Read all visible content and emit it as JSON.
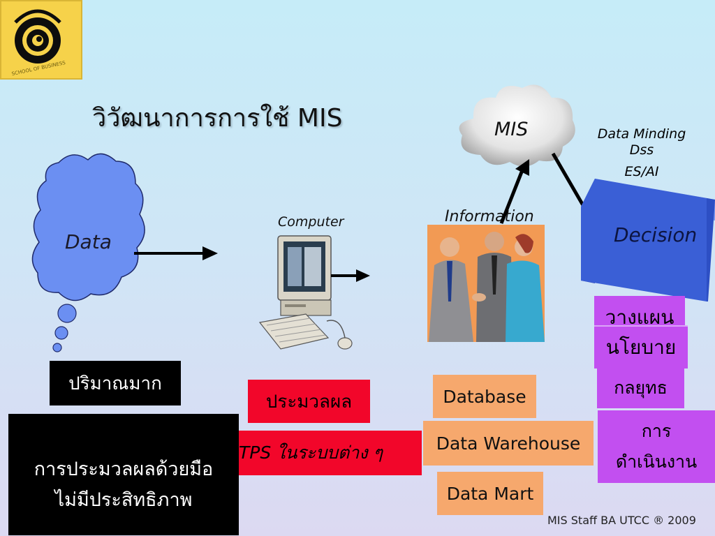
{
  "slide": {
    "title": "วิวัฒนาการการใช้ MIS",
    "footer": "MIS Staff BA UTCC ® 2009"
  },
  "logo": {
    "text": "SCHOOL OF BUSINESS",
    "colors": {
      "background": "#f6d24a",
      "flower": "#0d0d0d"
    }
  },
  "diagram": {
    "data_label": "Data",
    "computer_label": "Computer",
    "information_label": "Information",
    "mis_label": "MIS",
    "decision_label": "Decision",
    "tools": {
      "line1": "Data Minding",
      "line2": "Dss",
      "line3": "ES/AI"
    }
  },
  "boxes": {
    "volume": "ปริมาณมาก",
    "manual": {
      "line1": "การประมวลผลด้วยมือ",
      "line2": "ไม่มีประสิทธิภาพ"
    },
    "process": "ประมวลผล",
    "tps": "TPS ในระบบต่าง ๆ",
    "database": "Database",
    "warehouse": "Data Warehouse",
    "datamart": "Data Mart",
    "plan": "วางแผน",
    "policy": "นโยบาย",
    "strategy": "กลยุทธ",
    "ops": {
      "line1": "การ",
      "line2": "ดำเนินงาน"
    }
  },
  "colors": {
    "data_cloud": "#6b8ff2",
    "decision_box": "#3a5fd6",
    "black_box": "#000000",
    "red_box": "#f2062a",
    "orange_box": "#f6a86d",
    "purple_box": "#c24ff0"
  }
}
